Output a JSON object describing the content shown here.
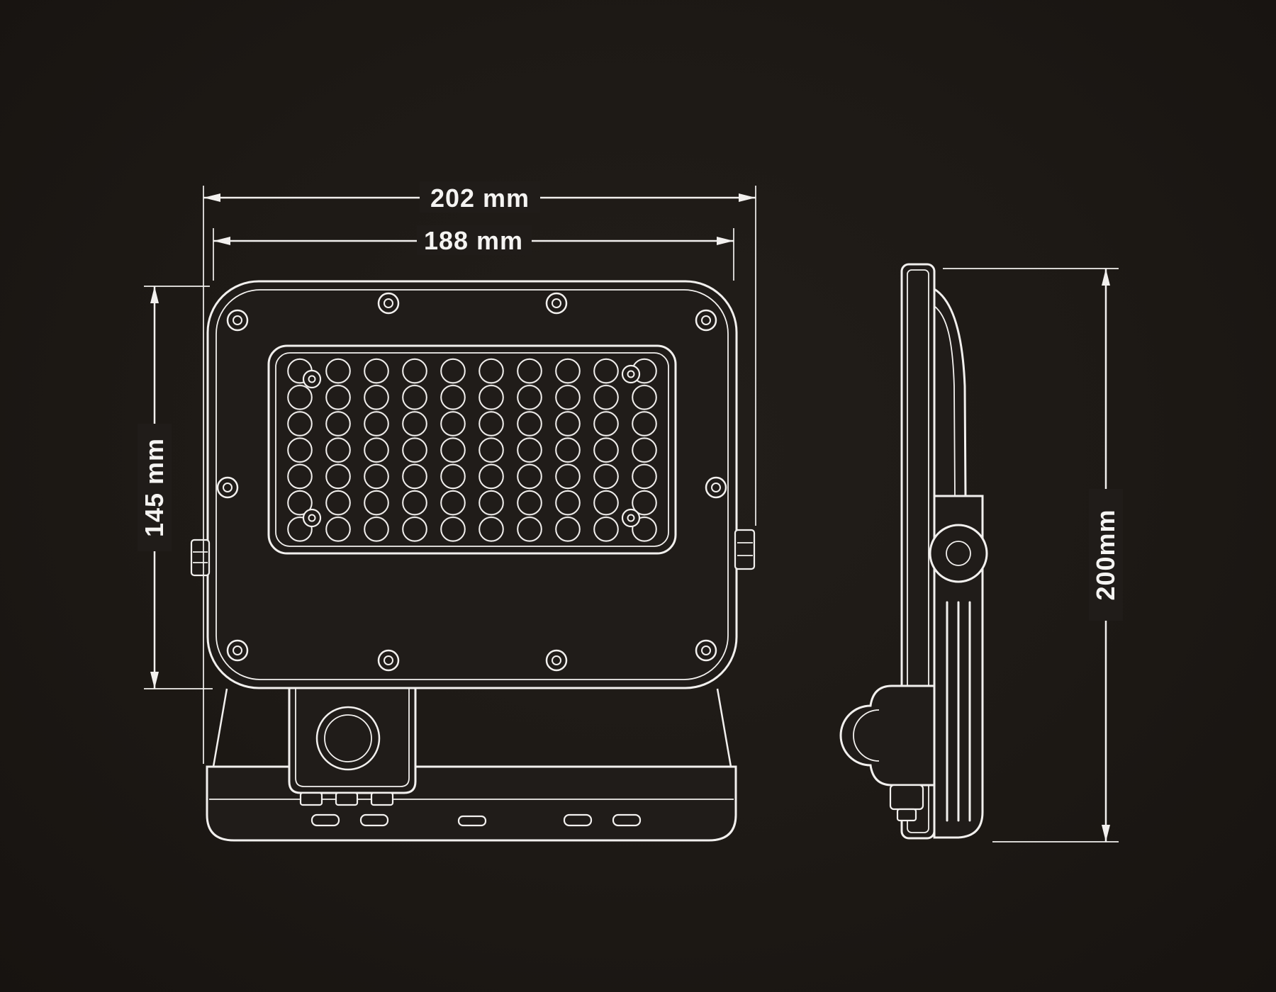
{
  "palette": {
    "background": "#201c19",
    "line_color": "#f2f0ee",
    "text_color": "#f5f4f2"
  },
  "dimensions": {
    "outer_width": "202 mm",
    "inner_width": "188 mm",
    "front_height": "145 mm",
    "side_height": "200mm"
  }
}
